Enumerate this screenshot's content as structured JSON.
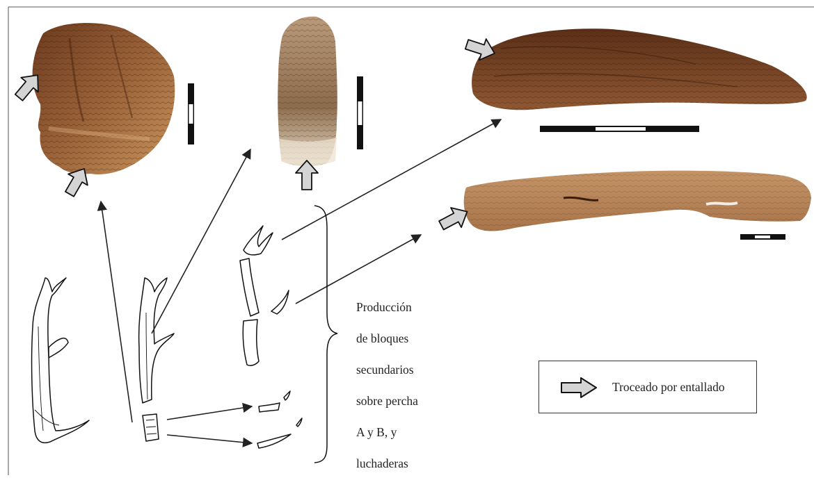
{
  "caption": {
    "lines": [
      "Producción",
      "de bloques",
      "secundarios",
      "sobre percha",
      "A y B, y",
      "luchaderas"
    ]
  },
  "legend": {
    "label": "Troceado por entallado",
    "icon": "outline-arrow-right-icon"
  },
  "colors": {
    "antler_dark": "#5a2e17",
    "antler_mid": "#8b5634",
    "antler_light": "#c79a70",
    "arrow_fill": "#d4d4d4"
  }
}
